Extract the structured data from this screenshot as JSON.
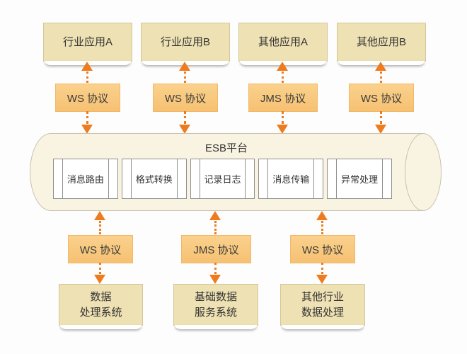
{
  "top_apps": [
    "行业应用A",
    "行业应用B",
    "其他应用A",
    "其他应用B"
  ],
  "top_protocols": [
    "WS 协议",
    "WS 协议",
    "JMS 协议",
    "WS 协议"
  ],
  "esb": {
    "title": "ESB平台",
    "modules": [
      "消息路由",
      "格式转换",
      "记录日志",
      "消息传输",
      "异常处理"
    ]
  },
  "bottom_protocols": [
    "WS 协议",
    "JMS 协议",
    "WS 协议"
  ],
  "bottom_systems": [
    {
      "line1": "数据",
      "line2": "处理系统"
    },
    {
      "line1": "基础数据",
      "line2": "服务系统"
    },
    {
      "line1": "其他行业",
      "line2": "数据处理"
    }
  ],
  "colors": {
    "arrow_orange": "#ee7c1e",
    "protocol_fill": "#f8c67c",
    "app_box_fill": "#eee1b3",
    "cylinder_fill": "#f9f3e1",
    "module_bg": "#ffffff",
    "text": "#333333"
  }
}
